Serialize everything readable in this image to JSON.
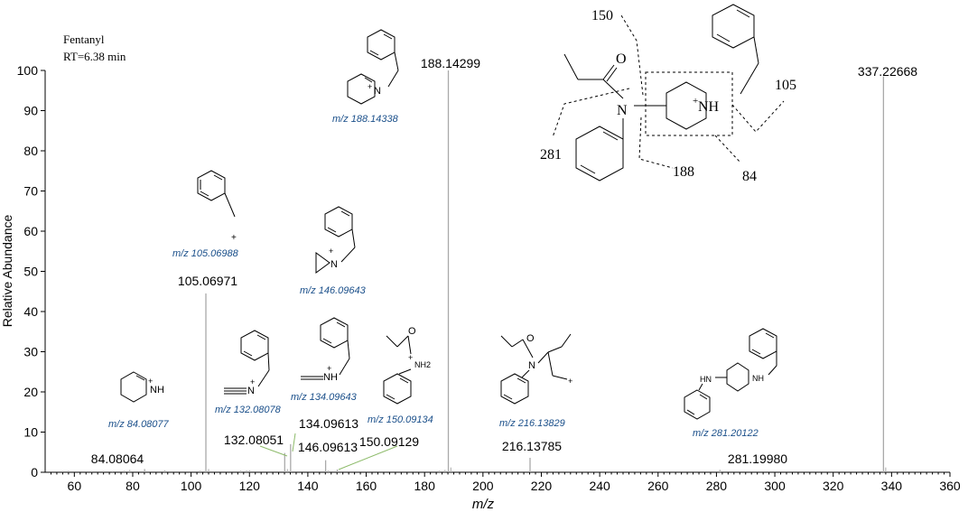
{
  "chart_data": {
    "type": "bar",
    "title": "Fentanyl",
    "subtitle": "RT=6.38 min",
    "xlabel": "m/z",
    "ylabel": "Relative Abundance",
    "xlim": [
      50,
      360
    ],
    "ylim": [
      0,
      100
    ],
    "xticks": [
      60,
      80,
      100,
      120,
      140,
      160,
      180,
      200,
      220,
      240,
      260,
      280,
      300,
      320,
      340,
      360
    ],
    "yticks": [
      0,
      10,
      20,
      30,
      40,
      50,
      60,
      70,
      80,
      90,
      100
    ],
    "peaks": [
      {
        "mz": 84.08064,
        "abundance": 0.8,
        "label": "84.08064"
      },
      {
        "mz": 105.06971,
        "abundance": 44.5,
        "label": "105.06971"
      },
      {
        "mz": 132.08051,
        "abundance": 4.8,
        "label": "132.08051"
      },
      {
        "mz": 134.09613,
        "abundance": 7.0,
        "label": "134.09613"
      },
      {
        "mz": 146.09613,
        "abundance": 3.0,
        "label": "146.09613"
      },
      {
        "mz": 150.09129,
        "abundance": 0.7,
        "label": "150.09129"
      },
      {
        "mz": 188.14299,
        "abundance": 100,
        "label": "188.14299"
      },
      {
        "mz": 216.13785,
        "abundance": 3.6,
        "label": "216.13785"
      },
      {
        "mz": 281.1998,
        "abundance": 0.6,
        "label": "281.19980"
      },
      {
        "mz": 337.22668,
        "abundance": 98.5,
        "label": "337.22668"
      }
    ],
    "minor_peaks": [
      {
        "mz": 56,
        "abundance": 0.3
      },
      {
        "mz": 58,
        "abundance": 0.4
      },
      {
        "mz": 66,
        "abundance": 0.3
      },
      {
        "mz": 70,
        "abundance": 0.3
      },
      {
        "mz": 73,
        "abundance": 0.3
      },
      {
        "mz": 77,
        "abundance": 0.4
      },
      {
        "mz": 79,
        "abundance": 0.6
      },
      {
        "mz": 91,
        "abundance": 0.5
      },
      {
        "mz": 103,
        "abundance": 0.4
      },
      {
        "mz": 106,
        "abundance": 0.8
      },
      {
        "mz": 117,
        "abundance": 0.4
      },
      {
        "mz": 119,
        "abundance": 0.5
      },
      {
        "mz": 120,
        "abundance": 0.5
      },
      {
        "mz": 133,
        "abundance": 0.8
      },
      {
        "mz": 147,
        "abundance": 0.4
      },
      {
        "mz": 185,
        "abundance": 0.4
      },
      {
        "mz": 187,
        "abundance": 0.6
      },
      {
        "mz": 189,
        "abundance": 1.2
      },
      {
        "mz": 338,
        "abundance": 1.2
      }
    ],
    "fragment_labels": [
      {
        "text": "m/z 84.08077"
      },
      {
        "text": "m/z 105.06988"
      },
      {
        "text": "m/z 132.08078"
      },
      {
        "text": "m/z 134.09643"
      },
      {
        "text": "m/z 146.09643"
      },
      {
        "text": "m/z 150.09134"
      },
      {
        "text": "m/z 188.14338"
      },
      {
        "text": "m/z 216.13829"
      },
      {
        "text": "m/z 281.20122"
      }
    ],
    "structure_annotations": [
      "150",
      "105",
      "281",
      "188",
      "84"
    ],
    "atom_labels": {
      "oxygen": "O",
      "nitrogen": "N",
      "nh": "NH",
      "nh2": "NH2",
      "hn": "HN",
      "charge": "+"
    }
  },
  "colors": {
    "peak": "#a9a9a9",
    "axis": "#000000",
    "fragment_text": "#1a4f8a",
    "leader": "#8dbb6a"
  }
}
